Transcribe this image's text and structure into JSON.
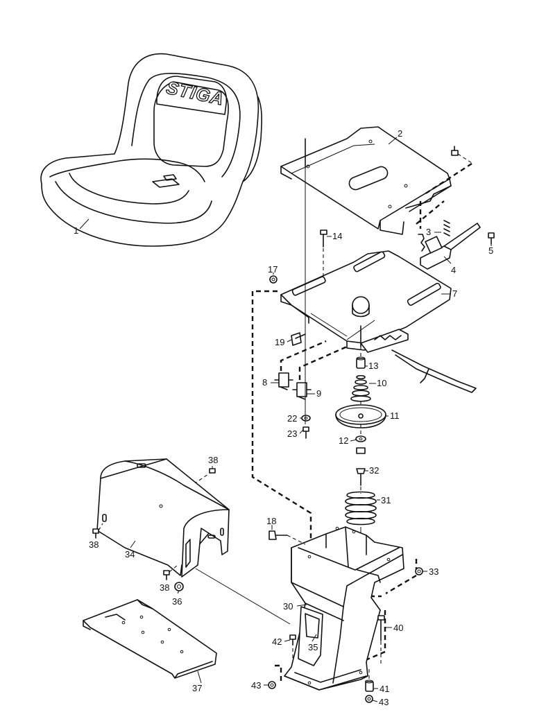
{
  "diagram": {
    "brand_logo": "STIGA",
    "callouts": [
      {
        "id": "c1",
        "label": "1"
      },
      {
        "id": "c2",
        "label": "2"
      },
      {
        "id": "c3",
        "label": "3"
      },
      {
        "id": "c4",
        "label": "4"
      },
      {
        "id": "c5",
        "label": "5"
      },
      {
        "id": "c7",
        "label": "7"
      },
      {
        "id": "c8",
        "label": "8"
      },
      {
        "id": "c9",
        "label": "9"
      },
      {
        "id": "c10",
        "label": "10"
      },
      {
        "id": "c11",
        "label": "11"
      },
      {
        "id": "c12",
        "label": "12"
      },
      {
        "id": "c13",
        "label": "13"
      },
      {
        "id": "c14",
        "label": "14"
      },
      {
        "id": "c17",
        "label": "17"
      },
      {
        "id": "c18",
        "label": "18"
      },
      {
        "id": "c19",
        "label": "19"
      },
      {
        "id": "c22",
        "label": "22"
      },
      {
        "id": "c23",
        "label": "23"
      },
      {
        "id": "c30",
        "label": "30"
      },
      {
        "id": "c31",
        "label": "31"
      },
      {
        "id": "c32",
        "label": "32"
      },
      {
        "id": "c33",
        "label": "33"
      },
      {
        "id": "c34",
        "label": "34"
      },
      {
        "id": "c35",
        "label": "35"
      },
      {
        "id": "c36",
        "label": "36"
      },
      {
        "id": "c37",
        "label": "37"
      },
      {
        "id": "c38a",
        "label": "38"
      },
      {
        "id": "c38b",
        "label": "38"
      },
      {
        "id": "c38c",
        "label": "38"
      },
      {
        "id": "c40",
        "label": "40"
      },
      {
        "id": "c41",
        "label": "41"
      },
      {
        "id": "c42",
        "label": "42"
      },
      {
        "id": "c43a",
        "label": "43"
      },
      {
        "id": "c43b",
        "label": "43"
      }
    ]
  }
}
